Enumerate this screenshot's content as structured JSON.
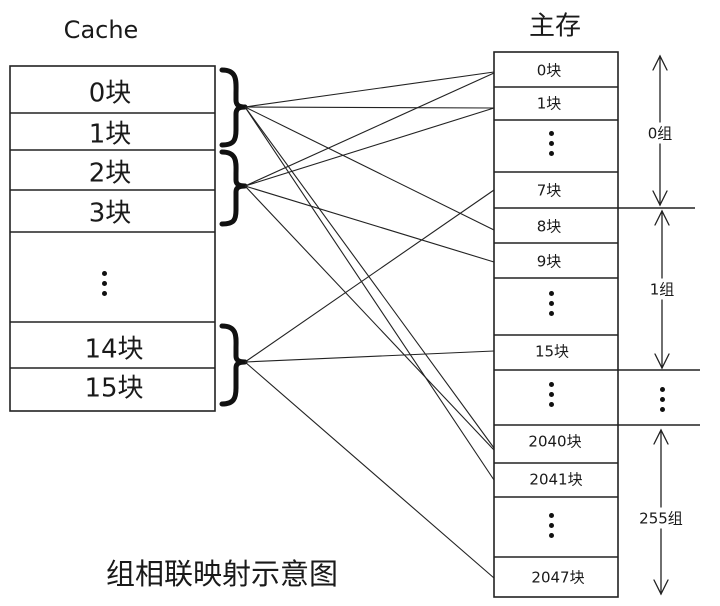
{
  "cache": {
    "title": "Cache",
    "blocks": [
      "0块",
      "1块",
      "2块",
      "3块",
      "14块",
      "15块"
    ]
  },
  "memory": {
    "title": "主存",
    "blocks": [
      "0块",
      "1块",
      "7块",
      "8块",
      "9块",
      "15块",
      "2040块",
      "2041块",
      "2047块"
    ]
  },
  "groups": [
    "0组",
    "1组",
    "255组"
  ],
  "caption": "组相联映射示意图"
}
